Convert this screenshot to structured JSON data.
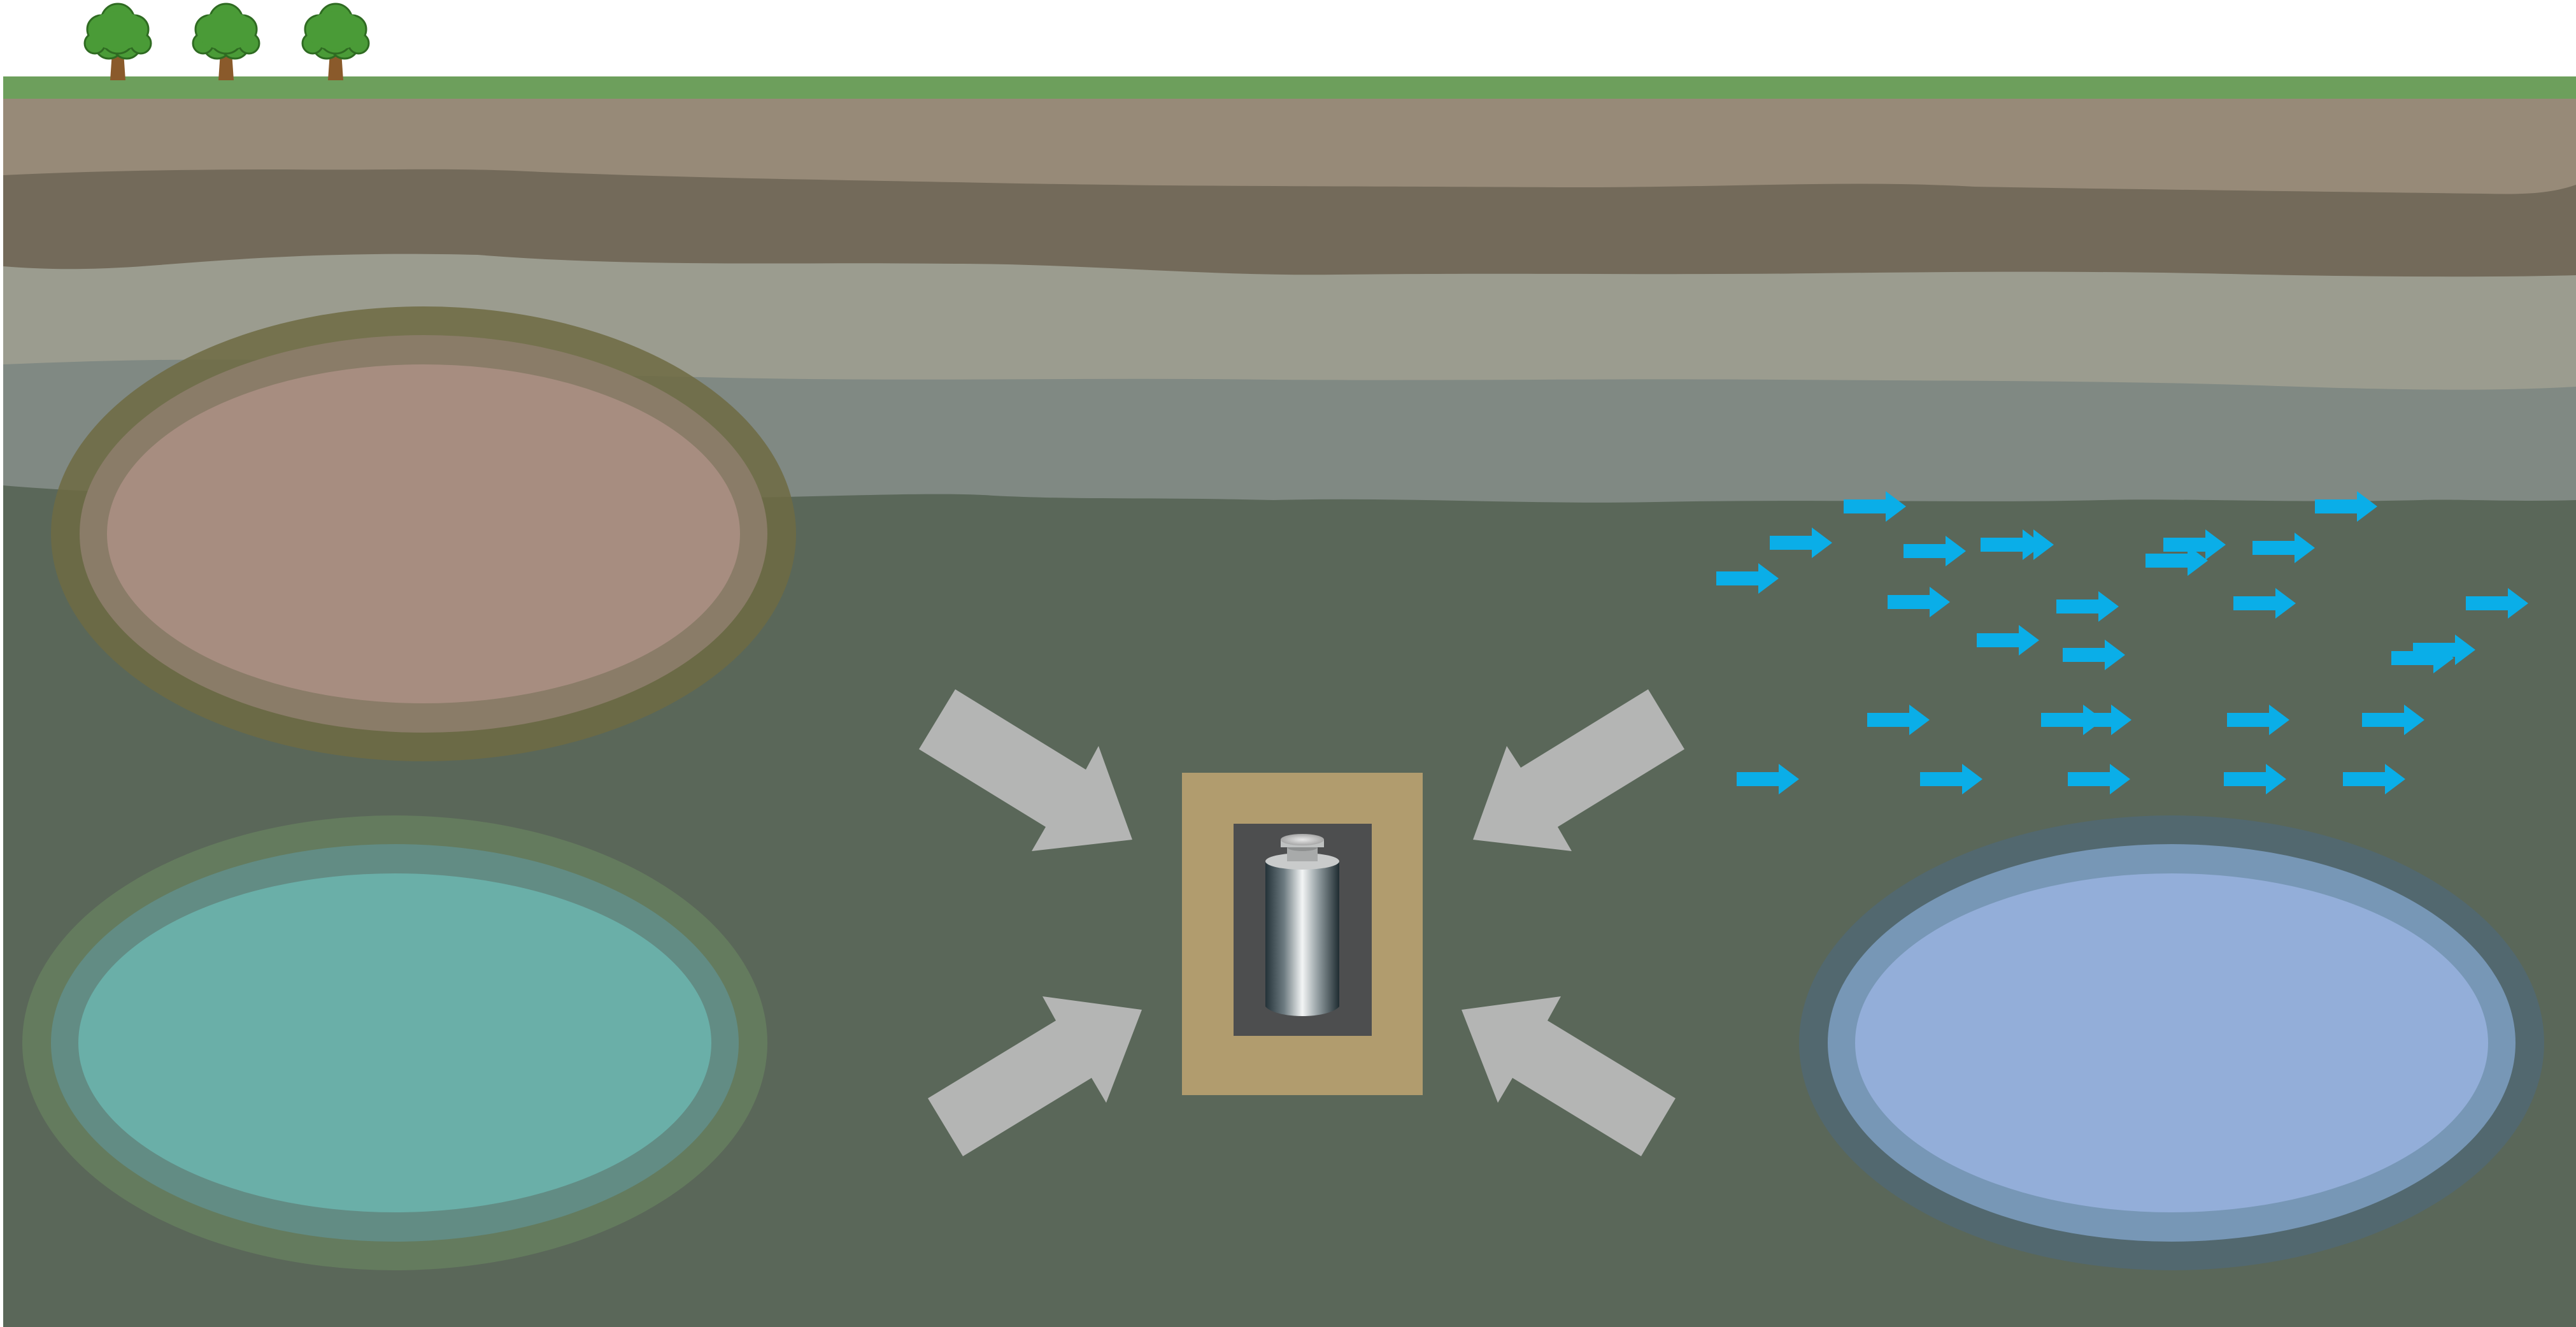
{
  "palette": {
    "sky": "#ffffff",
    "grass": "#6d9f5c",
    "soil_top": "#978a78",
    "soil_dark": "#736a5a",
    "clay": "#9b9c8f",
    "gravel": "#808983",
    "bedrock": "#5a6759",
    "tree_canopy": "#4a9b37",
    "tree_trunk": "#8a5a2b",
    "plume_pink_outer": "#6f6b43",
    "plume_pink_mid": "#8a7c68",
    "plume_pink_inner": "#a78d80",
    "plume_teal_outer": "#647b5e",
    "plume_teal_mid": "#628c84",
    "plume_teal_inner": "#6aafa8",
    "plume_blue_outer": "#52686f",
    "plume_blue_mid": "#7797b6",
    "plume_blue_inner": "#93aed9",
    "flow_arrow": "#0aaee8",
    "inflow_arrow": "#b4b5b4",
    "well_casing": "#b19c6e",
    "well_bore": "#4d4e4f"
  },
  "icons": {
    "trees": [
      "tree-icon",
      "tree-icon",
      "tree-icon"
    ],
    "well_pump": "pump-cylinder-icon",
    "inflow_arrows": "arrow-icon",
    "groundwater_flow": "arrow-right-icon"
  },
  "content": {
    "counts": {
      "trees": 3,
      "contaminant_plumes": 3,
      "inflow_arrows": 4,
      "groundwater_flow_arrows": 28
    }
  }
}
